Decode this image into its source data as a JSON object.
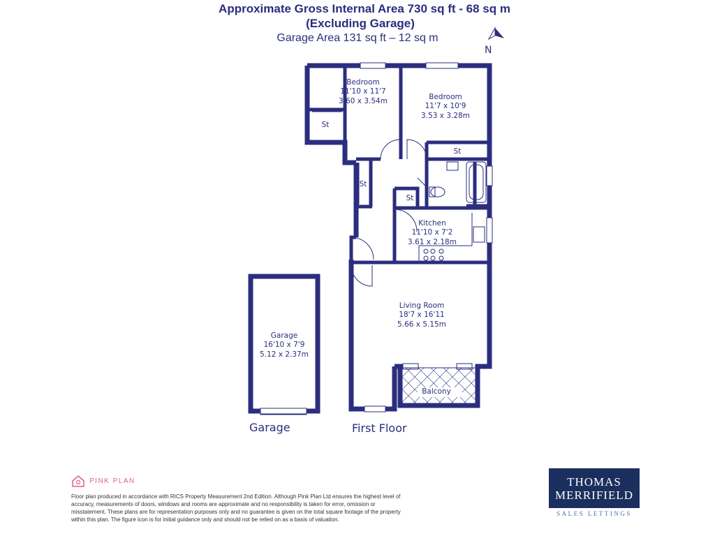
{
  "header": {
    "line1": "Approximate Gross Internal Area 730 sq ft - 68 sq m",
    "line2": "(Excluding Garage)",
    "line3": "Garage Area 131 sq ft – 12 sq m"
  },
  "compass": {
    "label": "N"
  },
  "rooms": {
    "bedroom1": {
      "name": "Bedroom",
      "imperial": "11'10 x 11'7",
      "metric": "3.60 x 3.54m"
    },
    "bedroom2": {
      "name": "Bedroom",
      "imperial": "11'7 x 10'9",
      "metric": "3.53 x 3.28m"
    },
    "kitchen": {
      "name": "Kitchen",
      "imperial": "11'10 x 7'2",
      "metric": "3.61 x 2.18m"
    },
    "living": {
      "name": "Living Room",
      "imperial": "18'7 x 16'11",
      "metric": "5.66 x 5.15m"
    },
    "garage": {
      "name": "Garage",
      "imperial": "16'10 x 7'9",
      "metric": "5.12 x 2.37m"
    },
    "balcony": {
      "name": "Balcony"
    },
    "store": "St"
  },
  "floors": {
    "garage": "Garage",
    "first": "First Floor"
  },
  "footer": {
    "brand": "PINK PLAN",
    "disclaimer": "Floor plan produced in accordance with RICS Property Measurement 2nd Edition. Although Pink Plan Ltd ensures the highest level of accuracy, measurements of doors, windows and rooms are approximate and no responsibility is taken for error, omission or misstatement. These plans are for representation purposes only and no guarantee is given on the total square footage of the property within this plan. The figure icon is for initial guidance only and should not be relied on as a basis of valuation.",
    "agent_line1": "THOMAS",
    "agent_line2": "MERRIFIELD",
    "agent_tagline": "SALES LETTINGS"
  },
  "colors": {
    "wall": "#2b2d7e",
    "brand_pink": "#e0607a",
    "agent_navy": "#1b2f5e"
  }
}
